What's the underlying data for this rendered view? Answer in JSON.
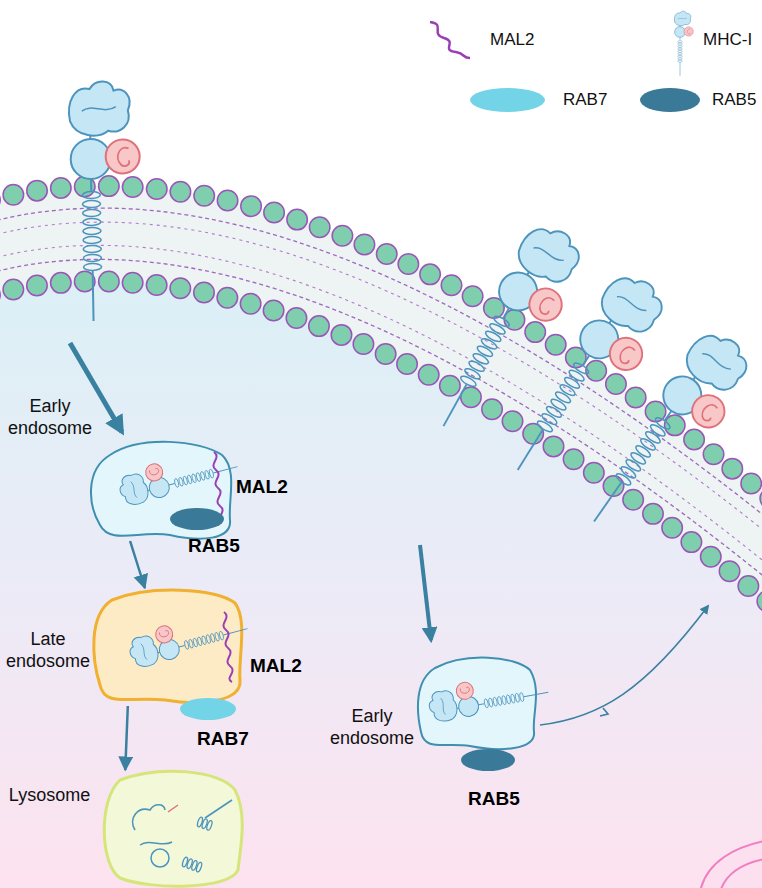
{
  "diagram": {
    "nodes": [
      {
        "text": [
          "Early endosome",
          "MAL2",
          "RAB5"
        ]
      },
      {
        "text": [
          "Late endosome",
          "MAL2",
          "RAB7"
        ]
      },
      {
        "text": [
          "Lysosome"
        ]
      },
      {
        "text": [
          "Early endosome",
          "RAB5"
        ]
      }
    ],
    "edges": [
      {
        "from": 0,
        "to": 1,
        "arrow": "to"
      },
      {
        "from": 1,
        "to": 2,
        "arrow": "to"
      }
    ],
    "legend": [
      {
        "text": "MAL2"
      },
      {
        "text": "MHC-I"
      },
      {
        "text": "RAB7",
        "color": "#72d4e6"
      },
      {
        "text": "RAB5",
        "color": "#3a7a98"
      }
    ]
  }
}
